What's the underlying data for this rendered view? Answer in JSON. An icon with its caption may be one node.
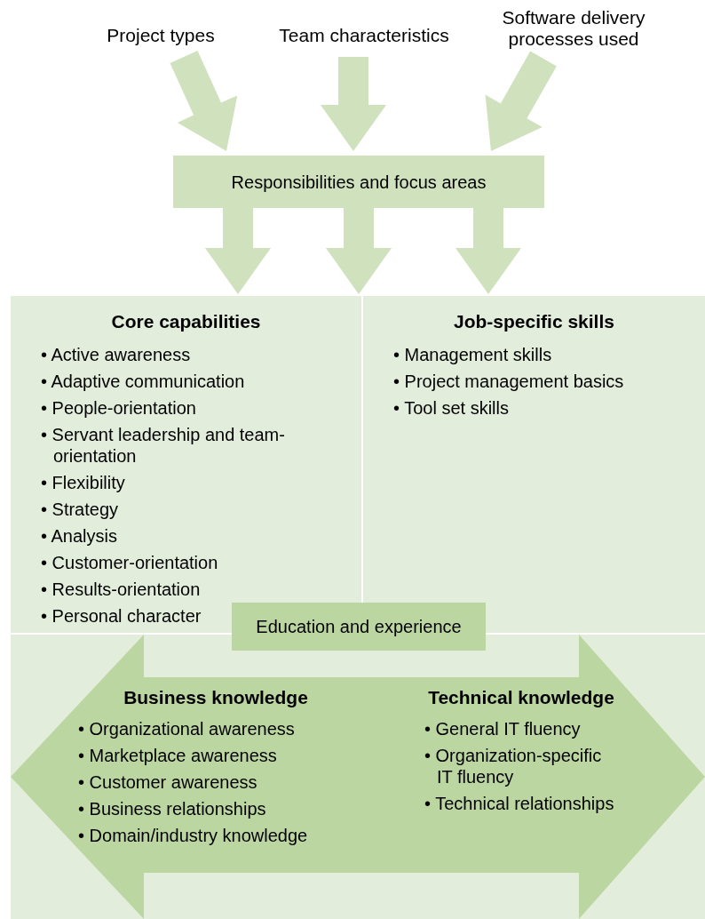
{
  "diagram": {
    "nodes": [
      {
        "text": [
          "Project types"
        ]
      },
      {
        "text": [
          "Team characteristics"
        ]
      },
      {
        "text": [
          "Software delivery processes used"
        ]
      },
      {
        "text": [
          "Responsibilities and focus areas"
        ]
      },
      {
        "text": [
          "Core capabilities",
          "• Active awareness",
          "• Adaptive communication",
          "• People-orientation",
          "• Servant leadership and team-orientation",
          "• Flexibility",
          "• Strategy",
          "• Analysis",
          "• Customer-orientation",
          "• Results-orientation",
          "• Personal character"
        ]
      },
      {
        "text": [
          "Job-specific skills",
          "• Management skills",
          "• Project management basics",
          "• Tool set skills"
        ]
      },
      {
        "text": [
          "Education and experience"
        ]
      },
      {
        "text": [],
        "shape": "arrow"
      },
      {
        "text": [
          "Business knowledge",
          "• Organizational awareness",
          "• Marketplace awareness",
          "• Customer awareness",
          "• Business relationships",
          "• Domain/industry knowledge"
        ],
        "in": 7
      },
      {
        "text": [
          "Technical knowledge",
          "• General IT fluency",
          "• Organization-specific IT fluency",
          "• Technical relationships"
        ],
        "in": 7
      }
    ],
    "edges": [
      {
        "from": 0,
        "to": 3,
        "arrow": "to",
        "style": "thick"
      },
      {
        "from": 1,
        "to": 3,
        "arrow": "to",
        "style": "thick"
      },
      {
        "from": 2,
        "to": 3,
        "arrow": "to",
        "style": "thick"
      },
      {
        "from": 3,
        "to": 4,
        "arrow": "to",
        "style": "thick"
      },
      {
        "from": 3,
        "to": null,
        "arrow": "to",
        "style": "thick"
      },
      {
        "from": 3,
        "to": 5,
        "arrow": "to",
        "style": "thick"
      }
    ]
  }
}
